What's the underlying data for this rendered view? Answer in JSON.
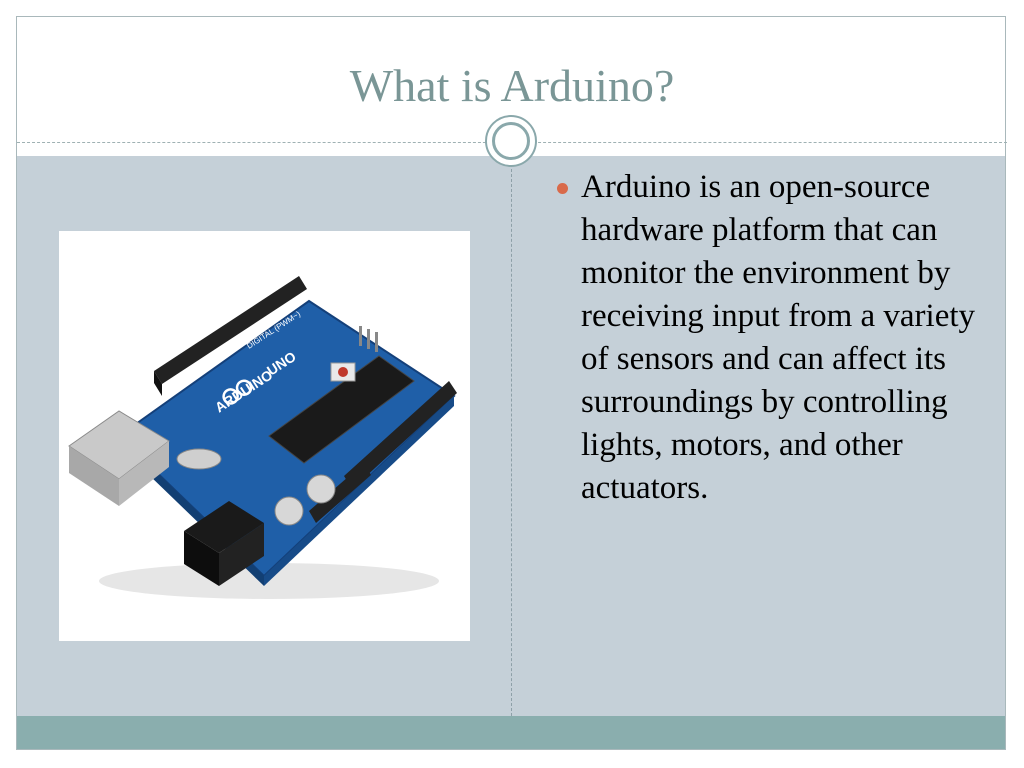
{
  "slide": {
    "title": "What is Arduino?",
    "bullets": [
      "Arduino is an open-source hardware platform that can monitor the environment by receiving input from a variety of sensors and can affect its surroundings by controlling lights, motors, and other actuators."
    ],
    "image": {
      "board_label_brand": "ARDUINO",
      "board_label_model": "UNO",
      "board_label_digital": "DIGITAL (PWM~)"
    }
  },
  "colors": {
    "title": "#7a9696",
    "content_bg": "#c5d0d8",
    "footer": "#8aaeae",
    "bullet": "#d96a4a",
    "board": "#1f5fa8"
  }
}
